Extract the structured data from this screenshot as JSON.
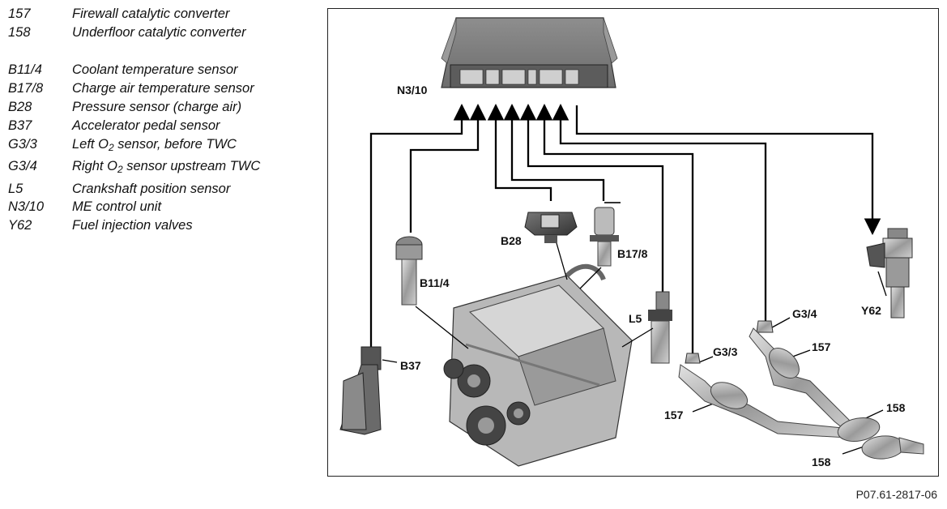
{
  "legend": [
    {
      "code": "157",
      "desc": "Firewall catalytic converter"
    },
    {
      "code": "158",
      "desc": "Underfloor catalytic converter"
    },
    {
      "code": "B11/4",
      "desc": "Coolant temperature sensor"
    },
    {
      "code": "B17/8",
      "desc": "Charge air temperature sensor"
    },
    {
      "code": "B28",
      "desc": "Pressure sensor (charge air)"
    },
    {
      "code": "B37",
      "desc": "Accelerator pedal sensor"
    },
    {
      "code": "G3/3",
      "desc_pre": "Left O",
      "desc_sub": "2",
      "desc_post": " sensor, before TWC"
    },
    {
      "code": "G3/4",
      "desc_pre": "Right O",
      "desc_sub": "2",
      "desc_post": " sensor upstream TWC"
    },
    {
      "code": "L5",
      "desc": "Crankshaft position sensor"
    },
    {
      "code": "N3/10",
      "desc": "ME control unit"
    },
    {
      "code": "Y62",
      "desc": "Fuel injection valves"
    }
  ],
  "callouts": {
    "n3_10": "N3/10",
    "b28": "B28",
    "b17_8": "B17/8",
    "b11_4": "B11/4",
    "l5": "L5",
    "b37": "B37",
    "g3_3": "G3/3",
    "g3_4": "G3/4",
    "y62": "Y62",
    "cat_157_a": "157",
    "cat_157_b": "157",
    "cat_158_a": "158",
    "cat_158_b": "158"
  },
  "reference": "P07.61-2817-06"
}
